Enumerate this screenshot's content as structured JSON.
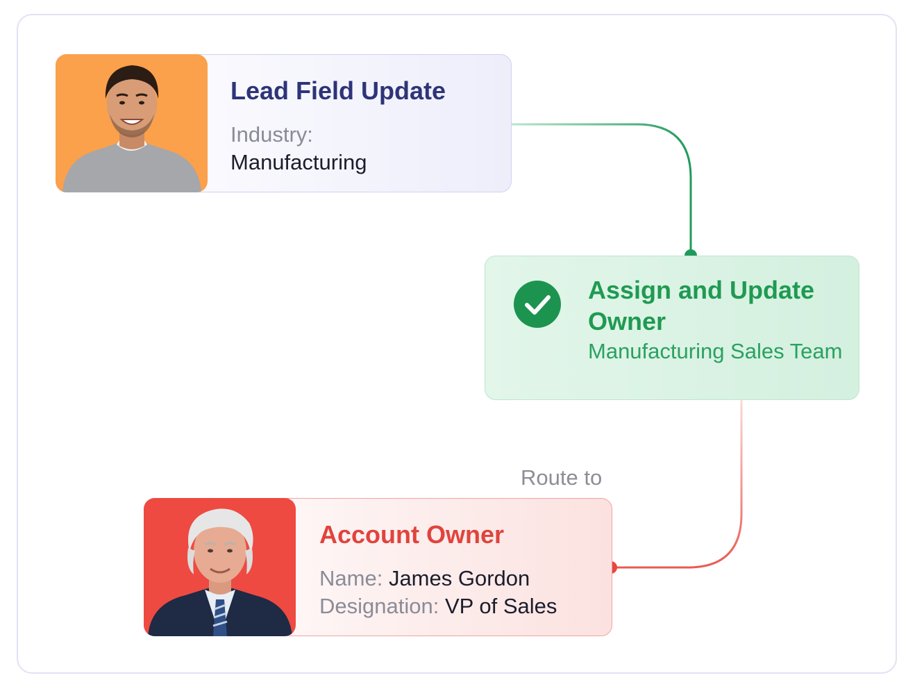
{
  "lead_card": {
    "title": "Lead Field Update",
    "field_label": "Industry:",
    "field_value": "Manufacturing",
    "photo_icon": "smiling-man-photo"
  },
  "assign_card": {
    "title": "Assign and Update Owner",
    "subtitle": "Manufacturing Sales Team",
    "icon": "check-circle-icon"
  },
  "route_label": "Route to",
  "owner_card": {
    "title": "Account Owner",
    "name_label": "Name:",
    "name_value": "James Gordon",
    "designation_label": "Designation:",
    "designation_value": "VP of Sales",
    "photo_icon": "senior-man-photo"
  },
  "colors": {
    "lead_accent": "#2e3478",
    "assign_accent": "#1f9a52",
    "owner_accent": "#e0443d",
    "lead_photo_bg": "#fba04b",
    "owner_photo_bg": "#ee4a42"
  }
}
